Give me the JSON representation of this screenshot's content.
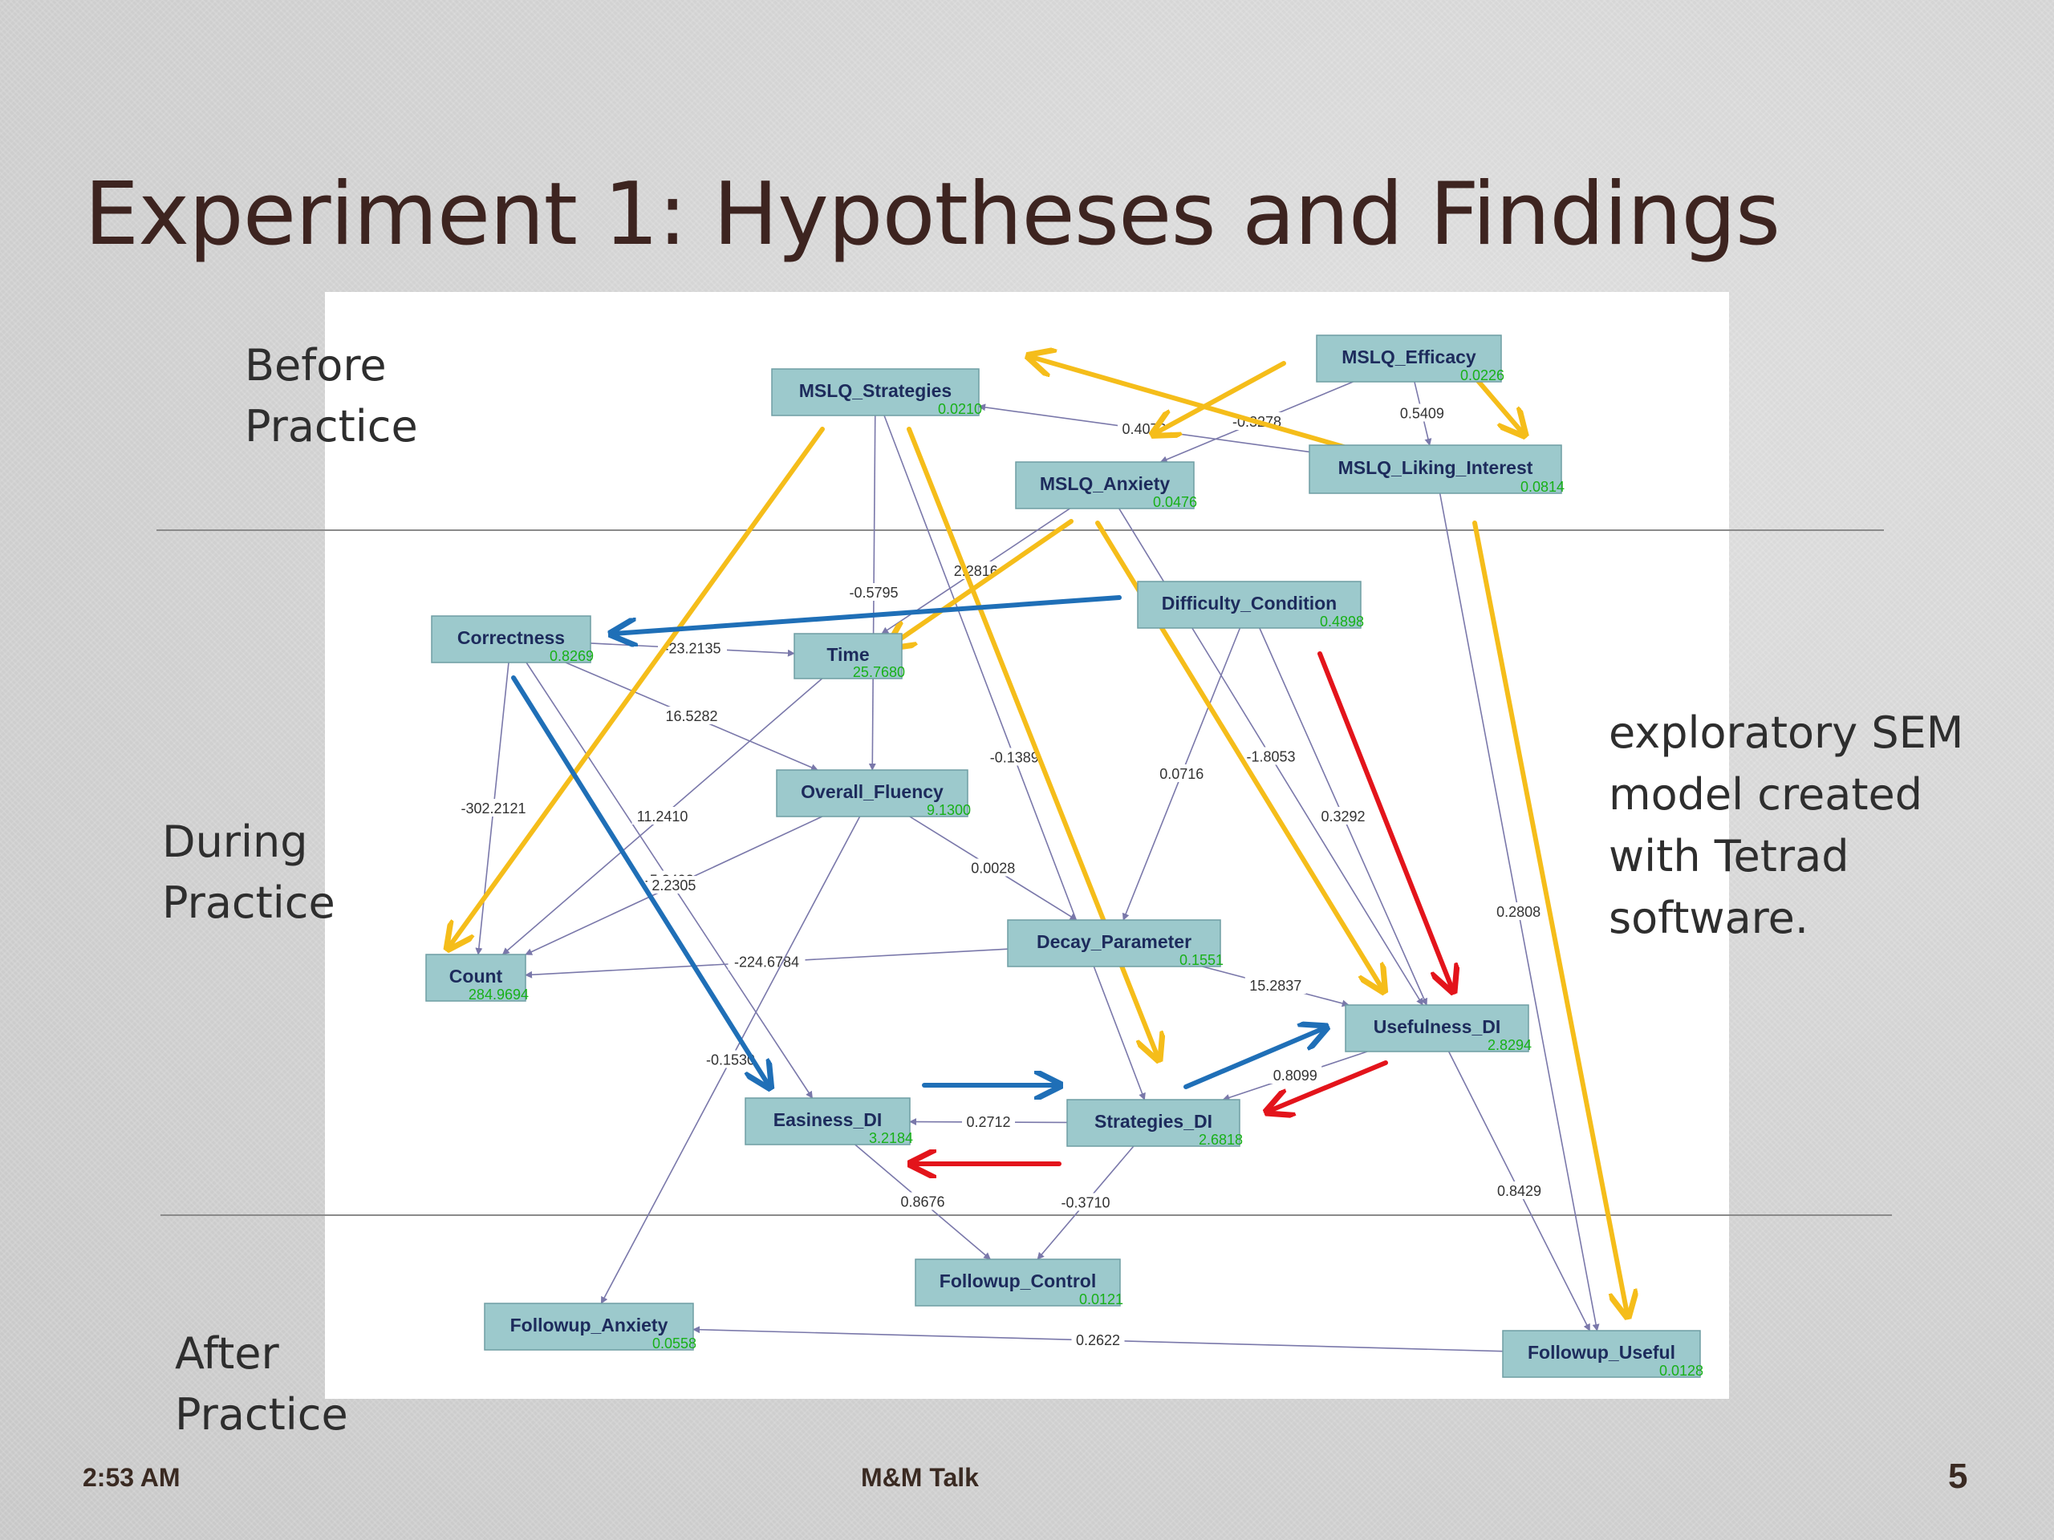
{
  "slide": {
    "title": "Experiment 1: Hypotheses and Findings",
    "stage_before_1": "Before",
    "stage_before_2": "Practice",
    "stage_during_1": "During",
    "stage_during_2": "Practice",
    "stage_after_1": "After",
    "stage_after_2": "Practice",
    "note_lines": [
      "exploratory SEM",
      "model created",
      "with Tetrad",
      "software."
    ],
    "footer_time": "2:53 AM",
    "footer_center": "M&M Talk",
    "page_number": "5"
  },
  "colors": {
    "node_fill": "#9cc9cc",
    "node_stroke": "#6f9ea3",
    "edge": "#7a78aa",
    "yellow": "#f5bd1a",
    "blue": "#1f6fb7",
    "red": "#e3141b"
  },
  "nodes": [
    {
      "id": "MSLQ_Efficacy",
      "label": "MSLQ_Efficacy",
      "value": "0.0226"
    },
    {
      "id": "MSLQ_Strategies",
      "label": "MSLQ_Strategies",
      "value": "0.0210"
    },
    {
      "id": "MSLQ_Liking_Interest",
      "label": "MSLQ_Liking_Interest",
      "value": "0.0814"
    },
    {
      "id": "MSLQ_Anxiety",
      "label": "MSLQ_Anxiety",
      "value": "0.0476"
    },
    {
      "id": "Difficulty_Condition",
      "label": "Difficulty_Condition",
      "value": "0.4898"
    },
    {
      "id": "Correctness",
      "label": "Correctness",
      "value": "0.8269"
    },
    {
      "id": "Time",
      "label": "Time",
      "value": "25.7680"
    },
    {
      "id": "Overall_Fluency",
      "label": "Overall_Fluency",
      "value": "9.1300"
    },
    {
      "id": "Count",
      "label": "Count",
      "value": "284.9694"
    },
    {
      "id": "Decay_Parameter",
      "label": "Decay_Parameter",
      "value": "0.1551"
    },
    {
      "id": "Usefulness_DI",
      "label": "Usefulness_DI",
      "value": "2.8294"
    },
    {
      "id": "Strategies_DI",
      "label": "Strategies_DI",
      "value": "2.6818"
    },
    {
      "id": "Easiness_DI",
      "label": "Easiness_DI",
      "value": "3.2184"
    },
    {
      "id": "Followup_Control",
      "label": "Followup_Control",
      "value": "0.0121"
    },
    {
      "id": "Followup_Anxiety",
      "label": "Followup_Anxiety",
      "value": "0.0558"
    },
    {
      "id": "Followup_Useful",
      "label": "Followup_Useful",
      "value": "0.0128"
    }
  ],
  "edges": [
    {
      "from": "MSLQ_Liking_Interest",
      "to": "MSLQ_Strategies",
      "label": "0.4072"
    },
    {
      "from": "MSLQ_Efficacy",
      "to": "MSLQ_Anxiety",
      "label": "-0.3278"
    },
    {
      "from": "MSLQ_Efficacy",
      "to": "MSLQ_Liking_Interest",
      "label": "0.5409"
    },
    {
      "from": "MSLQ_Strategies",
      "to": "Overall_Fluency",
      "label": "-0.5795"
    },
    {
      "from": "MSLQ_Anxiety",
      "to": "Time",
      "label": "2.2816"
    },
    {
      "from": "Correctness",
      "to": "Time",
      "label": "-23.2135"
    },
    {
      "from": "Correctness",
      "to": "Overall_Fluency",
      "label": "16.5282"
    },
    {
      "from": "Correctness",
      "to": "Count",
      "label": "-302.2121"
    },
    {
      "from": "Correctness",
      "to": "Easiness_DI",
      "label": "-5.3493"
    },
    {
      "from": "Time",
      "to": "Count",
      "label": "11.2410"
    },
    {
      "from": "Overall_Fluency",
      "to": "Count",
      "label": "2.2305"
    },
    {
      "from": "Overall_Fluency",
      "to": "Decay_Parameter",
      "label": "0.0028"
    },
    {
      "from": "MSLQ_Strategies",
      "to": "Strategies_DI",
      "label": "-0.1389"
    },
    {
      "from": "Difficulty_Condition",
      "to": "Decay_Parameter",
      "label": "0.0716"
    },
    {
      "from": "Difficulty_Condition",
      "to": "Usefulness_DI",
      "label": "0.3292"
    },
    {
      "from": "MSLQ_Anxiety",
      "to": "Usefulness_DI",
      "label": "-1.8053"
    },
    {
      "from": "Decay_Parameter",
      "to": "Count",
      "label": "-224.6784"
    },
    {
      "from": "Decay_Parameter",
      "to": "Usefulness_DI",
      "label": "15.2837"
    },
    {
      "from": "Usefulness_DI",
      "to": "Strategies_DI",
      "label": "0.8099"
    },
    {
      "from": "Strategies_DI",
      "to": "Easiness_DI",
      "label": "0.2712"
    },
    {
      "from": "Easiness_DI",
      "to": "Followup_Control",
      "label": "0.8676"
    },
    {
      "from": "Strategies_DI",
      "to": "Followup_Control",
      "label": "-0.3710"
    },
    {
      "from": "MSLQ_Liking_Interest",
      "to": "Followup_Useful",
      "label": "0.2808"
    },
    {
      "from": "Usefulness_DI",
      "to": "Followup_Useful",
      "label": "0.8429"
    },
    {
      "from": "Followup_Useful",
      "to": "Followup_Anxiety",
      "label": "0.2622"
    },
    {
      "from": "Overall_Fluency",
      "to": "Followup_Anxiety",
      "label": "-0.1530"
    }
  ]
}
